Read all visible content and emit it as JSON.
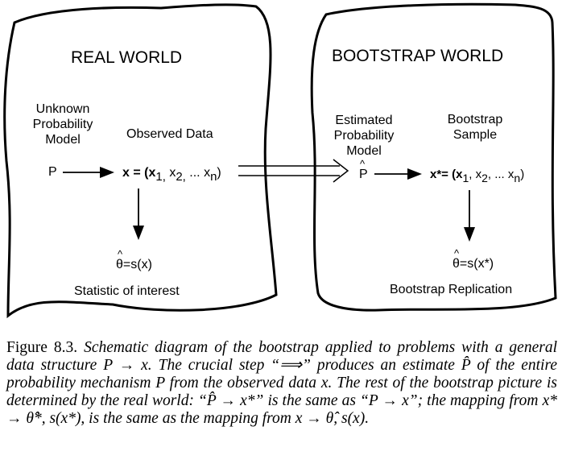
{
  "left_world": {
    "title": "REAL WORLD",
    "model_label": [
      "Unknown",
      "Probability",
      "Model"
    ],
    "data_label": "Observed Data",
    "P": "P",
    "x_eq": "x = (x",
    "x_sub1": "1,",
    "x_mid2": " x",
    "x_sub2": "2,",
    "x_dots": " ... x",
    "x_subn": "n",
    "x_close": ")",
    "theta_hat": "θ",
    "stat_rhs": "=s(x)",
    "stat_label": "Statistic of interest"
  },
  "right_world": {
    "title": "BOOTSTRAP WORLD",
    "model_label": [
      "Estimated",
      "Probability",
      "Model"
    ],
    "sample_label": [
      "Bootstrap",
      "Sample"
    ],
    "P_hat": "P",
    "xs_eq": "x*= (x",
    "xs_sub1": "1",
    "xs_mid2": ", x",
    "xs_sub2": "2",
    "xs_dots": ", ... x",
    "xs_subn": "n",
    "xs_close": ")",
    "theta_star": "θ",
    "stat_rhs": "=s(x*)",
    "replication_label": "Bootstrap Replication"
  },
  "caption": {
    "label": "Figure 8.3.",
    "text": "Schematic diagram of the bootstrap applied to problems with a general data structure P → x. The crucial step “⟹” produces an estimate P̂ of the entire probability mechanism P from the observed data x. The rest of the bootstrap picture is determined by the real world: “P̂ → x*” is the same as “P → x”; the mapping from x* → θ̂*, s(x*), is the same as the mapping from x → θ̂, s(x)."
  }
}
